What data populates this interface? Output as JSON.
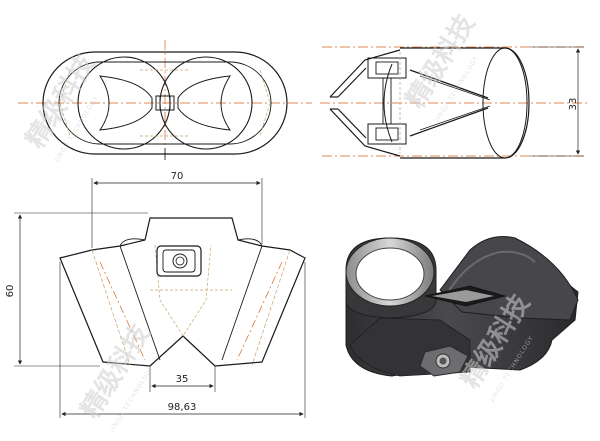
{
  "dimensions": {
    "top_width": "70",
    "height": "60",
    "slot": "35",
    "overall": "98,63",
    "side_height": "33"
  },
  "watermark": {
    "cn": "精级科技",
    "en": "JINGJI TECHNOLOGY"
  },
  "colors": {
    "line": "#1a1a1a",
    "hidden": "#c9a06a",
    "center": "#d9641f",
    "render_body": "#3c3c3f"
  },
  "views": [
    "top-view",
    "side-view",
    "front-view",
    "render-view"
  ]
}
